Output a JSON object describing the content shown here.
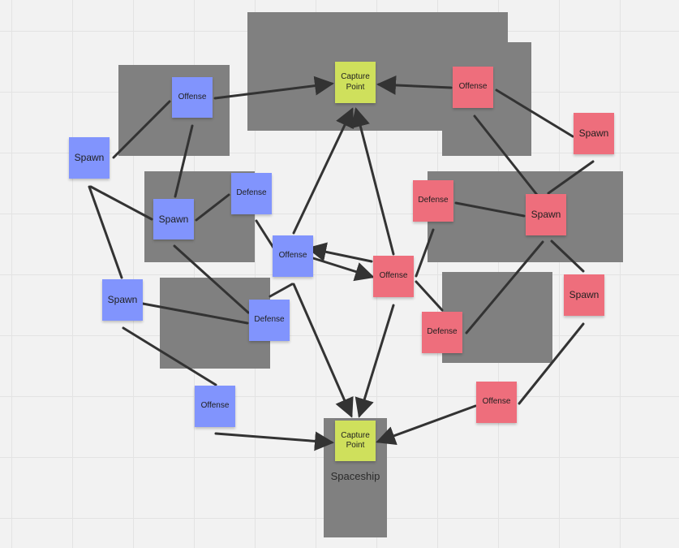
{
  "colors": {
    "background": "#f2f2f2",
    "zone": "#808080",
    "blue_team": "#8194fd",
    "red_team": "#ee6e7c",
    "capture_point": "#cfe05c",
    "connector": "#333333"
  },
  "zones": {
    "spaceship_label": "Spaceship"
  },
  "notes": {
    "capture_top": "Capture Point",
    "capture_bottom": "Capture Point",
    "blue_offense_top": "Offense",
    "blue_spawn_left": "Spawn",
    "blue_defense_upper": "Defense",
    "blue_spawn_mid": "Spawn",
    "blue_offense_center": "Offense",
    "blue_spawn_lower": "Spawn",
    "blue_defense_lower": "Defense",
    "blue_offense_bottom": "Offense",
    "red_offense_top": "Offense",
    "red_spawn_right": "Spawn",
    "red_defense_upper": "Defense",
    "red_spawn_mid": "Spawn",
    "red_offense_center": "Offense",
    "red_spawn_lower": "Spawn",
    "red_defense_lower": "Defense",
    "red_offense_bottom": "Offense"
  }
}
